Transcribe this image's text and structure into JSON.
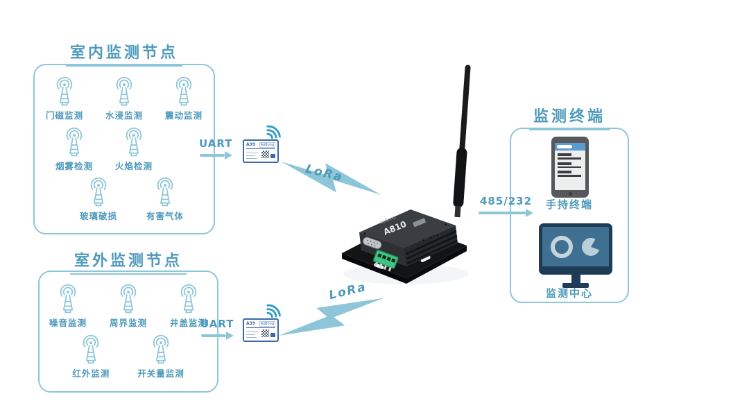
{
  "indoor": {
    "title": "室内监测节点",
    "rows": [
      [
        "门磁监测",
        "水浸监测",
        "震动监测"
      ],
      [
        "烟雾检测",
        "火焰检测"
      ],
      [
        "玻璃破损",
        "有害气体"
      ]
    ]
  },
  "outdoor": {
    "title": "室外监测节点",
    "rows": [
      [
        "噪音监测",
        "周界监测",
        "井盖监测"
      ],
      [
        "红外监测",
        "开关量监测"
      ]
    ]
  },
  "terminal": {
    "title": "监测终端",
    "handheld_label": "手持终端",
    "monitor_label": "监测中心"
  },
  "links": {
    "uart_top": "UART",
    "uart_bottom": "UART",
    "lora_top": "LoRa",
    "lora_bottom": "LoRa",
    "serial": "485/232"
  },
  "gateway": {
    "brand": "AoBong",
    "model": "A810"
  },
  "module_top": {
    "model": "A39",
    "brand": "AoBong"
  },
  "module_bottom": {
    "model": "A39",
    "brand": "AoBong"
  },
  "colors": {
    "accent": "#8ec6d9",
    "text": "#4e9abb",
    "module_border": "#3b68a8",
    "arcs": "#2f9cc6",
    "monitor_navy": "#1e3c55",
    "monitor_screen": "#3f7092",
    "terminal_green": "#3ec583",
    "phone_blue": "#5b9bd5"
  }
}
